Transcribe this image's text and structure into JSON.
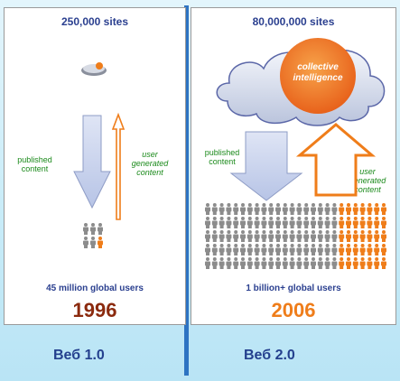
{
  "left": {
    "sites": "250,000 sites",
    "published": "published\ncontent",
    "user_generated": "user\ngenerated\ncontent",
    "users": "45 million global users",
    "year": "1996"
  },
  "right": {
    "sites": "80,000,000 sites",
    "cloud": "collective\nintelligence",
    "published": "published\ncontent",
    "user_generated": "user\ngenerated\ncontent",
    "users": "1 billion+ global users",
    "year": "2006"
  },
  "footer": {
    "web1": "Веб 1.0",
    "web2": "Веб 2.0"
  },
  "colors": {
    "gray_person": "#8c8c8c",
    "orange_person": "#ef7d1a",
    "arrow_blue": "#c6d0ea",
    "arrow_orange": "#ef7d1a"
  },
  "icons": {
    "person": "person-icon",
    "cloud": "cloud-icon"
  }
}
